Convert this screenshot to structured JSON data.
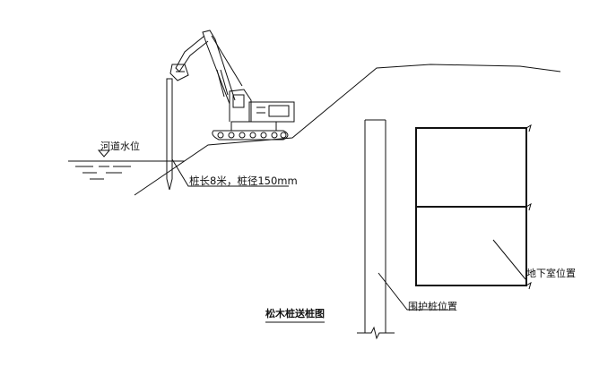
{
  "labels": {
    "water_level": "河道水位",
    "pile_spec": "桩长8米，桩径150mm",
    "figure_title": "松木桩送桩图",
    "guard_pile": "围护桩位置",
    "basement": "地下室位置"
  }
}
